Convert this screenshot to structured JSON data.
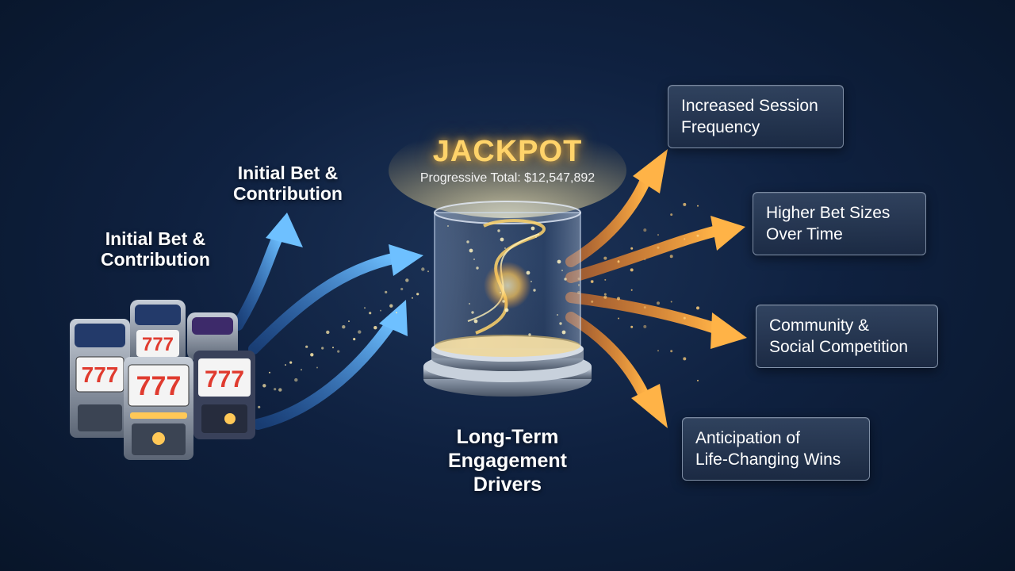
{
  "jackpot": {
    "title": "JACKPOT",
    "total": "Progressive Total: $12,547,892"
  },
  "inputs": {
    "upper_label": [
      "Initial Bet &",
      "Contribution"
    ],
    "lower_label": [
      "Initial Bet &",
      "Contribution"
    ]
  },
  "center_label": [
    "Long-Term",
    "Engagement",
    "Drivers"
  ],
  "outcomes": [
    {
      "lines": [
        "Increased Session",
        "Frequency"
      ]
    },
    {
      "lines": [
        "Higher Bet Sizes",
        "Over Time"
      ]
    },
    {
      "lines": [
        "Community &",
        "Social Competition"
      ]
    },
    {
      "lines": [
        "Anticipation of",
        "Life-Changing Wins"
      ]
    }
  ],
  "slot_machines": [
    {
      "reels": [
        "7",
        "7",
        "7"
      ]
    },
    {
      "reels": [
        "7",
        "7",
        "7"
      ]
    },
    {
      "reels": [
        "7",
        "7",
        "7"
      ]
    }
  ],
  "colors": {
    "input_arrow": "#4fa8ff",
    "output_arrow": "#ff9a2e",
    "jackpot_gold": "#ffd36a",
    "background": "#0f2140"
  }
}
